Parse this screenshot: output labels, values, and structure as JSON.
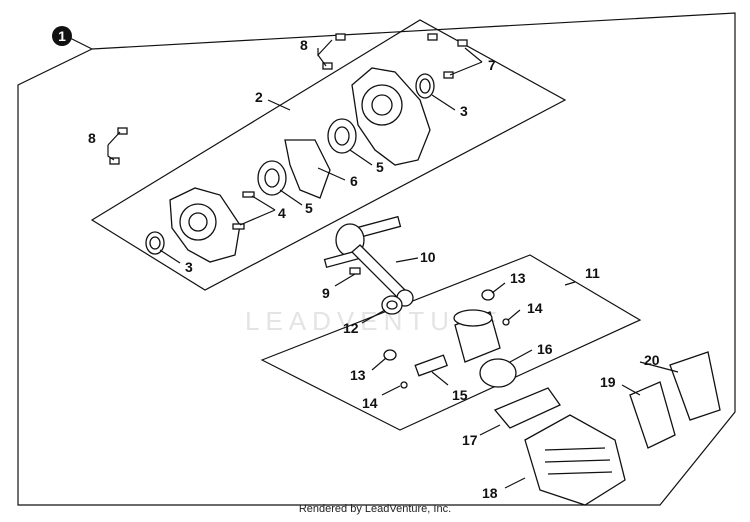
{
  "diagram": {
    "assembly_number": "1",
    "watermark": "LEADVENTURE",
    "footer": "Rendered by LeadVenture, Inc.",
    "callouts": [
      "8",
      "7",
      "2",
      "3",
      "8",
      "6",
      "5",
      "4",
      "5",
      "3",
      "10",
      "9",
      "11",
      "13",
      "14",
      "12",
      "16",
      "13",
      "15",
      "14",
      "20",
      "19",
      "17",
      "18"
    ]
  }
}
